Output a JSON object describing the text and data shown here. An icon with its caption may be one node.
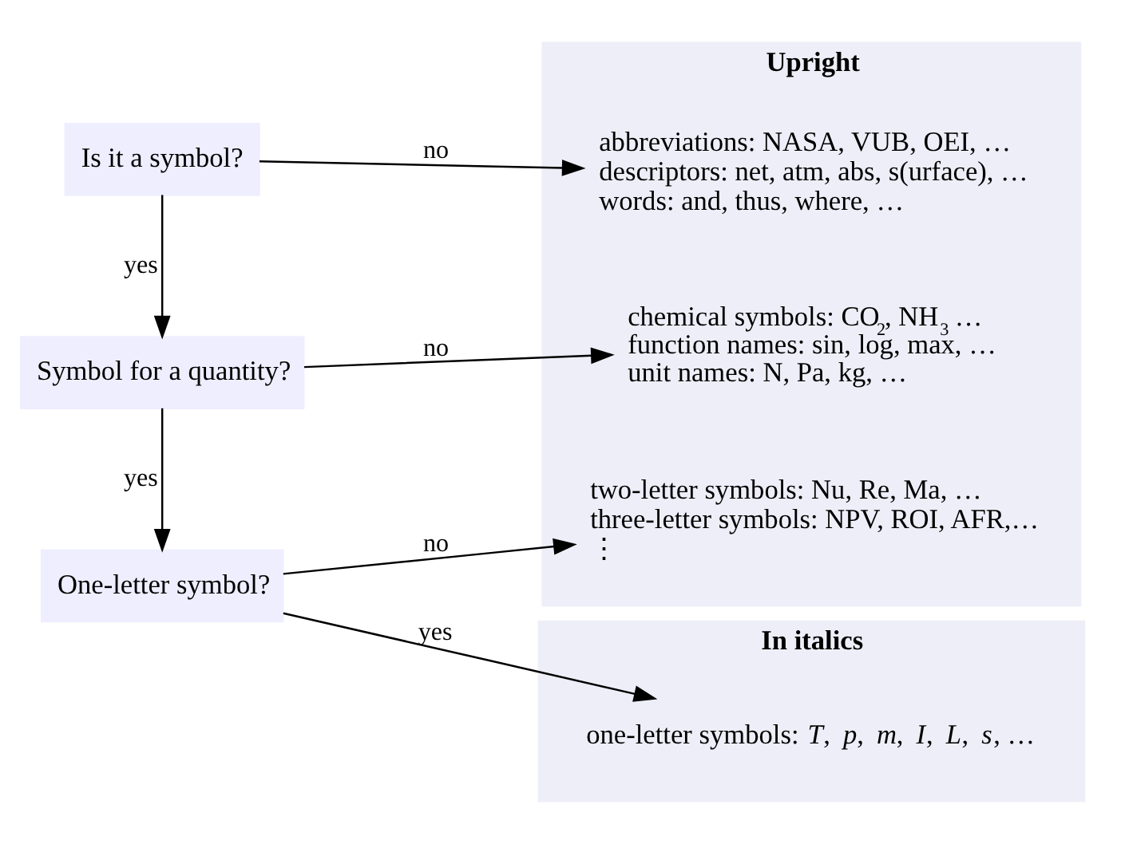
{
  "diagram": {
    "nodes": [
      {
        "text": [
          "Is it a symbol?"
        ]
      },
      {
        "text": [
          "Symbol for a quantity?"
        ]
      },
      {
        "text": [
          "One-letter symbol?"
        ]
      },
      {
        "text": [
          "Upright"
        ]
      },
      {
        "text": [
          "abbreviations: NASA, VUB, OEI, …",
          "descriptors: net, atm, abs, s(urface), …",
          "words: and, thus, where, …"
        ],
        "in": 3
      },
      {
        "text": [
          "chemical symbols: CO$_{2}$, NH$_{3}$ …",
          "function names: sin, log, max, …",
          "unit names: N, Pa, kg, …"
        ],
        "in": 3
      },
      {
        "text": [
          "two-letter symbols: Nu, Re, Ma, …",
          "three-letter symbols: NPV, ROI, AFR,…",
          "⋮"
        ],
        "in": 3
      },
      {
        "text": [
          "In italics"
        ]
      },
      {
        "text": [
          "one-letter symbols: *T*, *p*, *m*, *I*, *L*, *s*, …"
        ],
        "in": 7
      }
    ],
    "edges": [
      {
        "from": 0,
        "to": 4,
        "arrow": "to",
        "label": "no"
      },
      {
        "from": 0,
        "to": 1,
        "arrow": "to",
        "label": "yes"
      },
      {
        "from": 1,
        "to": 5,
        "arrow": "to",
        "label": "no"
      },
      {
        "from": 1,
        "to": 2,
        "arrow": "to",
        "label": "yes"
      },
      {
        "from": 2,
        "to": 6,
        "arrow": "to",
        "label": "no"
      },
      {
        "from": 2,
        "to": 8,
        "arrow": "to",
        "label": "yes"
      }
    ]
  }
}
